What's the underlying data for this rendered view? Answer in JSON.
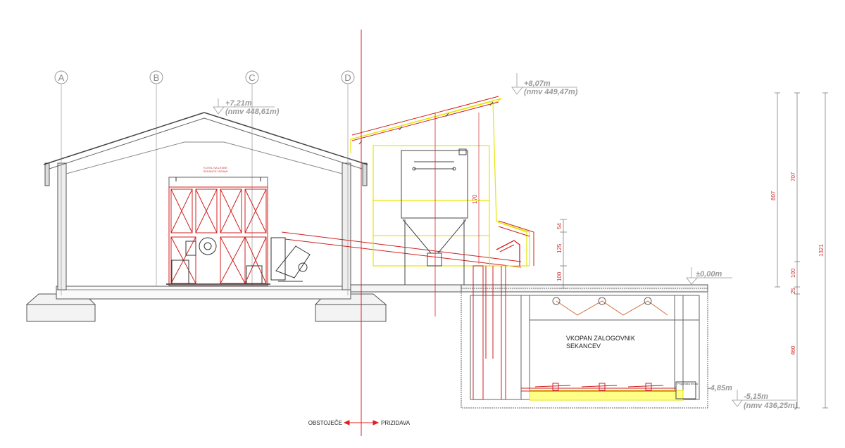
{
  "axes": [
    "A",
    "B",
    "C",
    "D"
  ],
  "levels": {
    "existing_top": {
      "elev": "+7,21m",
      "nmv": "(nmv 448,61m)"
    },
    "extension_top": {
      "elev": "+8,07m",
      "nmv": "(nmv 449,47m)"
    },
    "ground": {
      "elev": "±0,00m"
    },
    "bin_floor": {
      "elev": "-4,85m"
    },
    "bin_bottom": {
      "elev": "-5,15m",
      "nmv": "(nmv 436,25m)"
    }
  },
  "silo_height": "170",
  "boiler_label": [
    "KOTEL NA LESNE",
    "SEKANCE 1500kW"
  ],
  "dims_small": [
    "54",
    "125",
    "100"
  ],
  "dims_right": [
    "807",
    "707",
    "100",
    "25",
    "460",
    "1321"
  ],
  "bin_label": [
    "VKOPAN ZALOGOVNIK",
    "SEKANCEV"
  ],
  "legend": {
    "left": "OBSTOJEČE",
    "right": "PRIZIDAVA"
  },
  "bin_tag": "Pogonska enota"
}
